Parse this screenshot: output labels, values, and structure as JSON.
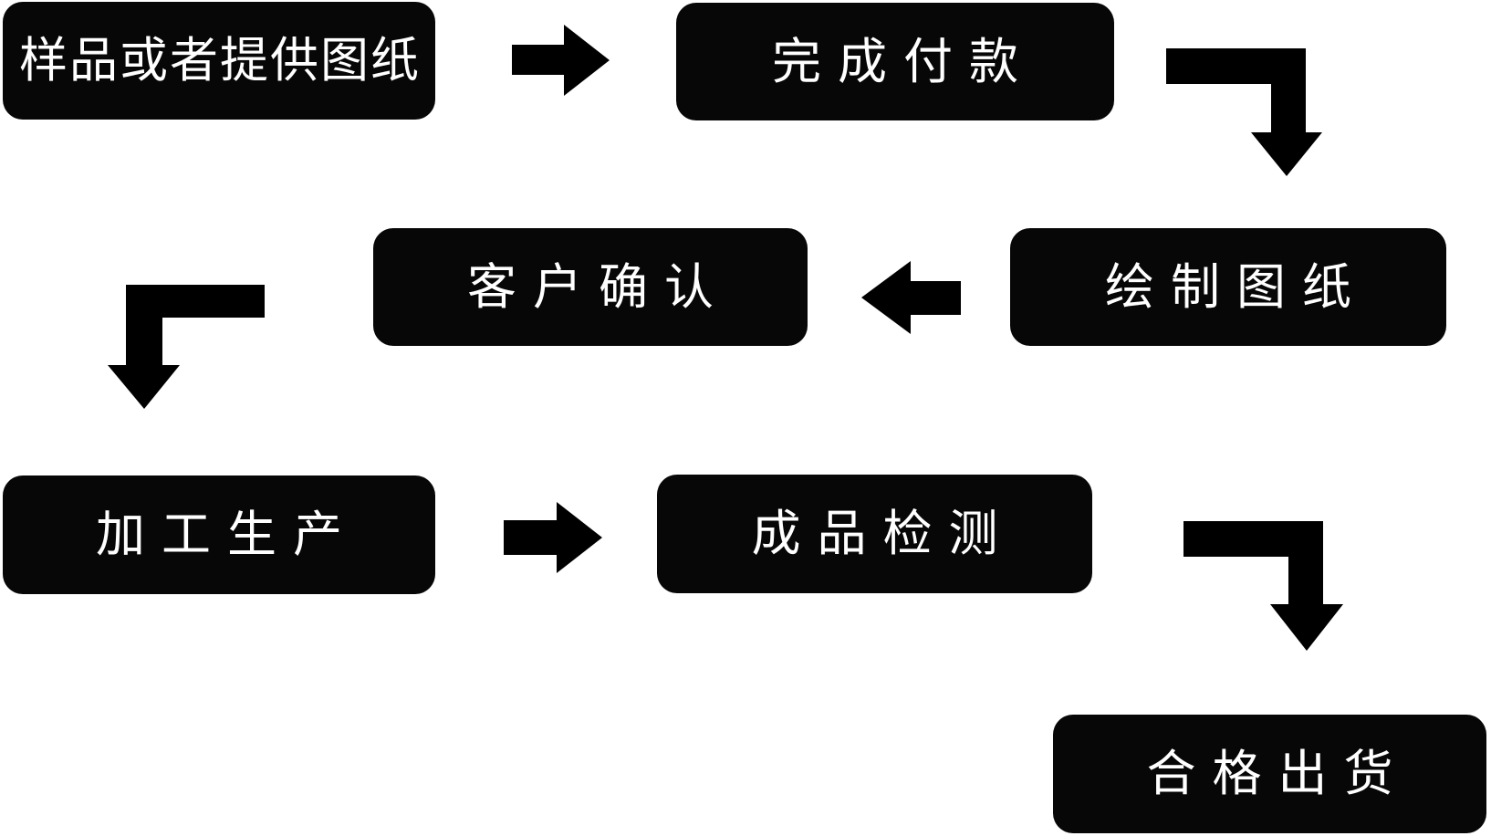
{
  "diagram": {
    "type": "flowchart",
    "title": "",
    "colors": {
      "background": "#ffffff",
      "node_fill": "#070707",
      "node_text": "#ffffff",
      "arrow_fill": "#000000"
    },
    "nodes": [
      {
        "id": "sample-or-drawing",
        "label": "样品或者提供图纸"
      },
      {
        "id": "complete-payment",
        "label": "完成付款"
      },
      {
        "id": "draw-drawings",
        "label": "绘制图纸"
      },
      {
        "id": "customer-confirm",
        "label": "客户确认"
      },
      {
        "id": "processing",
        "label": "加工生产"
      },
      {
        "id": "product-inspection",
        "label": "成品检测"
      },
      {
        "id": "qualified-shipment",
        "label": "合格出货"
      }
    ],
    "edges": [
      {
        "from": "样品或者提供图纸",
        "to": "完成付款",
        "shape": "straight-right"
      },
      {
        "from": "完成付款",
        "to": "绘制图纸",
        "shape": "elbow-right-down"
      },
      {
        "from": "绘制图纸",
        "to": "客户确认",
        "shape": "straight-left"
      },
      {
        "from": "客户确认",
        "to": "加工生产",
        "shape": "elbow-left-down"
      },
      {
        "from": "加工生产",
        "to": "成品检测",
        "shape": "straight-right"
      },
      {
        "from": "成品检测",
        "to": "合格出货",
        "shape": "elbow-right-down"
      }
    ]
  }
}
